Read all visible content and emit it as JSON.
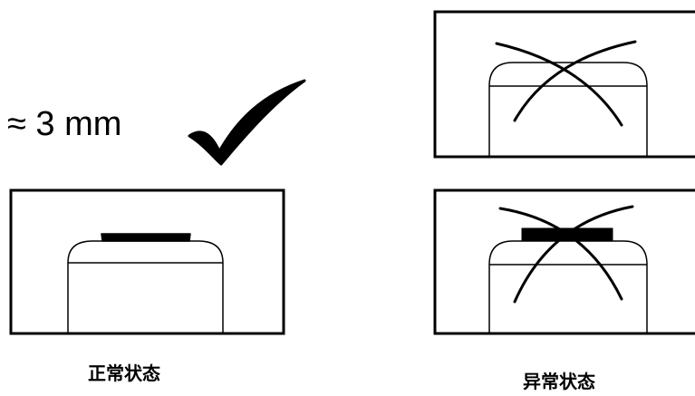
{
  "dimension": {
    "text": "≈ 3 mm"
  },
  "normal": {
    "caption": "正常状态"
  },
  "abnormal": {
    "caption": "异常状态"
  },
  "colors": {
    "ink": "#000000",
    "background": "#ffffff"
  },
  "icons": {
    "correct": "checkmark-icon"
  }
}
